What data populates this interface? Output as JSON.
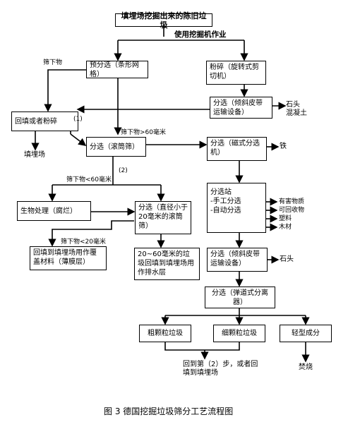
{
  "title_box": "填埋场挖掘出来的陈旧垃圾",
  "step_excavator": "使用挖掘机作业",
  "box_pre_screen": "预分选（条形网格）",
  "label_undersize": "筛下物",
  "box_crush": "粉碎（旋转式剪切机）",
  "box_belt_sort_1": "分选（倾斜皮带运输设备）",
  "out_belt_1": "石头\n混凝土",
  "box_backfill_or_crush": "回填或者粉碎",
  "label_1": "(1)",
  "label_2": "(2)",
  "label_over_60": "筛下物>60毫米",
  "box_drum_screen": "分选（滚筒筛）",
  "box_magnetic": "分选（磁式分选机）",
  "out_iron": "铁",
  "out_landfill": "填埋场",
  "label_under_60": "筛下物<60毫米",
  "station": {
    "title": "分选站",
    "line1": "-手工分选",
    "line2": "-自动分选"
  },
  "station_outputs": [
    "有害物质",
    "可回收物",
    "塑料",
    "木材"
  ],
  "box_bio": "生物处理（腐烂）",
  "box_small_drum": "分选（直径小于20毫米的滚筒筛）",
  "label_under_20": "筛下物<20毫米",
  "box_cover": "回填到填埋场用作覆盖材料（薄膜层）",
  "box_drainage": "20~60毫米的垃圾回填到填埋场用作排水层",
  "box_belt_sort_2": "分选（倾斜皮带运输设备）",
  "out_stone_2": "石头",
  "box_ballistic": "分选（弹道式分离器）",
  "box_coarse": "粗颗粒垃圾",
  "box_fine": "细颗粒垃圾",
  "box_light": "轻型成分",
  "out_return": "回到第（2）步，或者回填到填埋场",
  "out_incinerate": "焚烧",
  "caption": "图 3  德国挖掘垃圾筛分工艺流程图"
}
